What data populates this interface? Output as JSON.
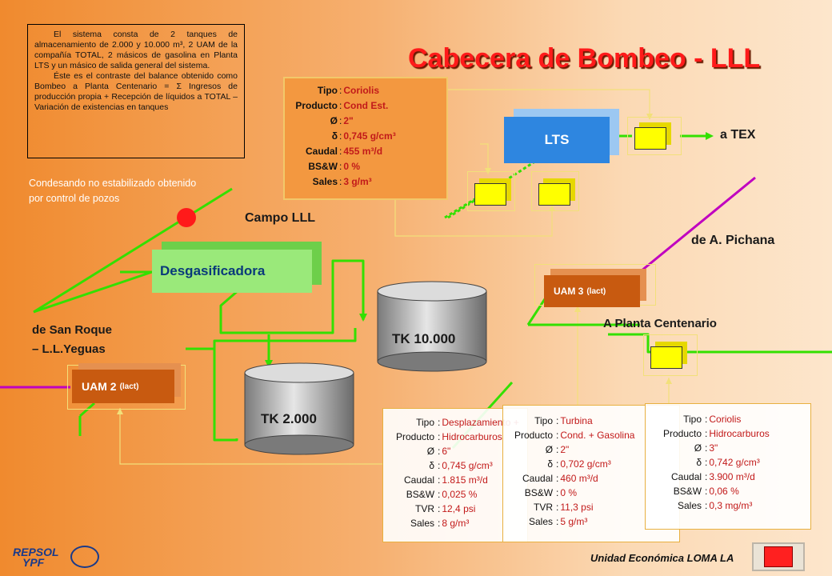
{
  "title": "Cabecera de Bombeo - LLL",
  "description": {
    "para1": "El sistema consta de 2 tanques de almacenamiento de 2.000 y 10.000 m³, 2 UAM de la compañía TOTAL, 2 másicos de gasolina en Planta LTS y un másico de salida general del sistema.",
    "para2": "Éste es el contraste del balance obtenido como Bombeo a Planta Centenario = Σ Ingresos de producción propia + Recepción de líquidos a TOTAL – Variación de existencias en tanques"
  },
  "condensate_note": "Condesando no estabilizado obtenido por control de pozos",
  "labels": {
    "campo": "Campo LLL",
    "a_tex": "a TEX",
    "pichana": "de A. Pichana",
    "centenario": "A Planta Centenario",
    "san_roque_1": "de San Roque",
    "san_roque_2": "– L.L.Yeguas"
  },
  "units": {
    "lts": "LTS",
    "desgasificadora": "Desgasificadora",
    "uam3": "UAM 3",
    "uam3_tag": "(lact)",
    "uam2": "UAM 2",
    "uam2_tag": "(lact)",
    "tk10": "TK 10.000",
    "tk2": "TK 2.000"
  },
  "lts_meter_specs": {
    "rows": [
      {
        "k": "Tipo",
        "v": "Coriolis"
      },
      {
        "k": "Producto",
        "v": "Cond Est."
      },
      {
        "k": "Ø",
        "v": "2\""
      },
      {
        "k": "δ",
        "v": "0,745 g/cm³"
      },
      {
        "k": "Caudal",
        "v": "455 m³/d"
      },
      {
        "k": "BS&W",
        "v": "0 %"
      },
      {
        "k": "Sales",
        "v": "3 g/m³"
      }
    ]
  },
  "spec_desplazamiento": {
    "rows": [
      {
        "k": "Tipo",
        "v": "Desplazamiento +"
      },
      {
        "k": "Producto",
        "v": "Hidrocarburos"
      },
      {
        "k": "Ø",
        "v": "6\""
      },
      {
        "k": "δ",
        "v": "0,745 g/cm³"
      },
      {
        "k": "Caudal",
        "v": "1.815 m³/d"
      },
      {
        "k": "BS&W",
        "v": "0,025 %"
      },
      {
        "k": "TVR",
        "v": "12,4 psi"
      },
      {
        "k": "Sales",
        "v": "8 g/m³"
      }
    ]
  },
  "spec_turbina": {
    "rows": [
      {
        "k": "Tipo",
        "v": "Turbina"
      },
      {
        "k": "Producto",
        "v": "Cond. + Gasolina"
      },
      {
        "k": "Ø",
        "v": "2\""
      },
      {
        "k": "δ",
        "v": "0,702 g/cm³"
      },
      {
        "k": "Caudal",
        "v": "460 m³/d"
      },
      {
        "k": "BS&W",
        "v": "0 %"
      },
      {
        "k": "TVR",
        "v": "11,3 psi"
      },
      {
        "k": "Sales",
        "v": "5 g/m³"
      }
    ]
  },
  "spec_coriolis": {
    "rows": [
      {
        "k": "Tipo",
        "v": "Coriolis"
      },
      {
        "k": "Producto",
        "v": "Hidrocarburos"
      },
      {
        "k": "Ø",
        "v": "3\""
      },
      {
        "k": "δ",
        "v": "0,742 g/cm³"
      },
      {
        "k": "Caudal",
        "v": "3.900 m³/d"
      },
      {
        "k": "BS&W",
        "v": "0,06 %"
      },
      {
        "k": "Sales",
        "v": "0,3 mg/m³"
      }
    ]
  },
  "footer": {
    "unit": "Unidad Económica LOMA LA",
    "logo_line1": "REPSOL",
    "logo_line2": "YPF"
  },
  "colors": {
    "pipe": "#33e000",
    "pipe_magenta": "#c000c0",
    "signal": "#f2e07a",
    "title": "#ff1a1a"
  }
}
